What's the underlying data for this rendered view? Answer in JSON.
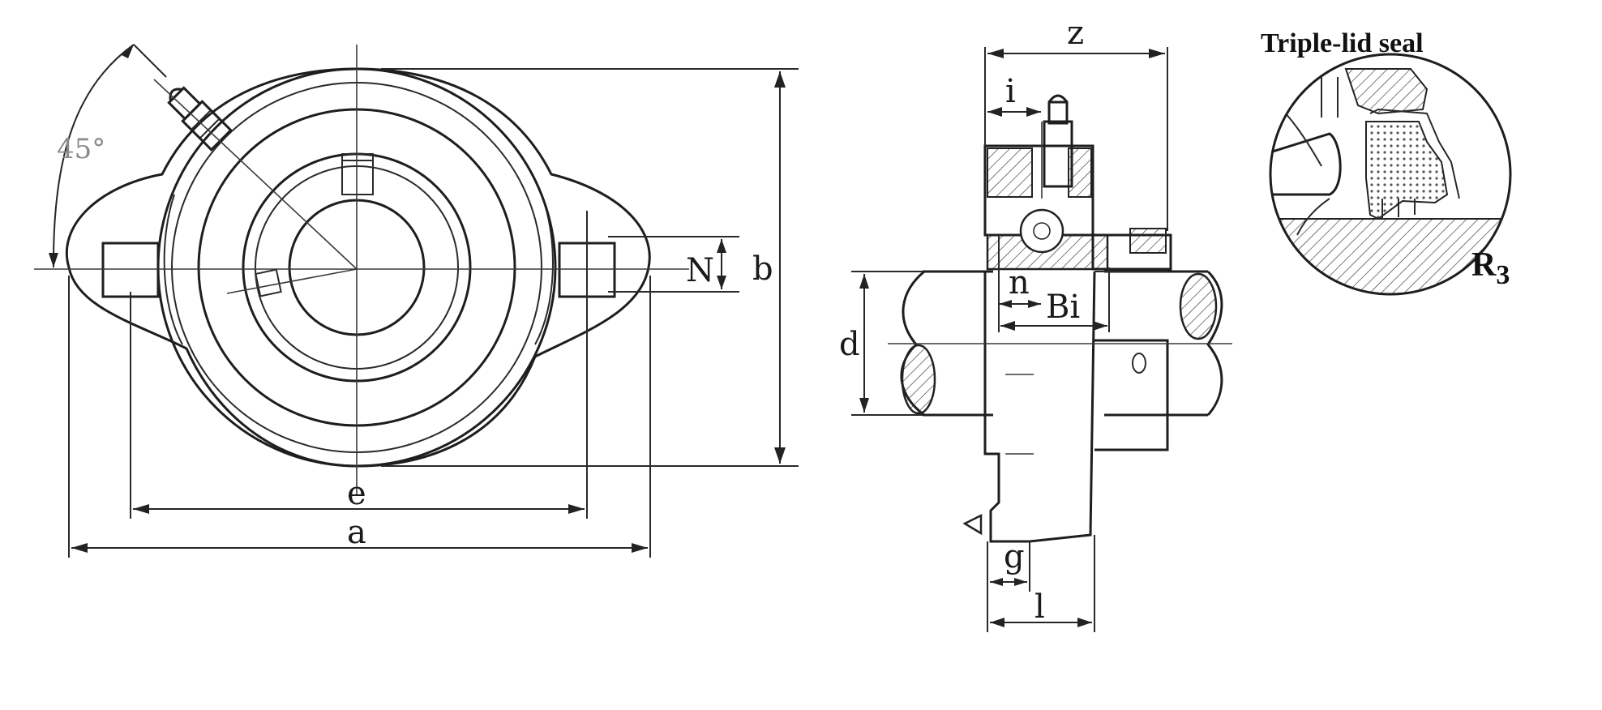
{
  "front_view": {
    "angle_label": "45°",
    "dim_N": "N",
    "dim_b": "b",
    "dim_e": "e",
    "dim_a": "a"
  },
  "side_view": {
    "dim_z": "z",
    "dim_i": "i",
    "dim_n": "n",
    "dim_Bi": "Bi",
    "dim_d": "d",
    "dim_g": "g",
    "dim_l": "l"
  },
  "seal_detail": {
    "title": "Triple-lid seal",
    "code_main": "R",
    "code_sub": "3"
  }
}
